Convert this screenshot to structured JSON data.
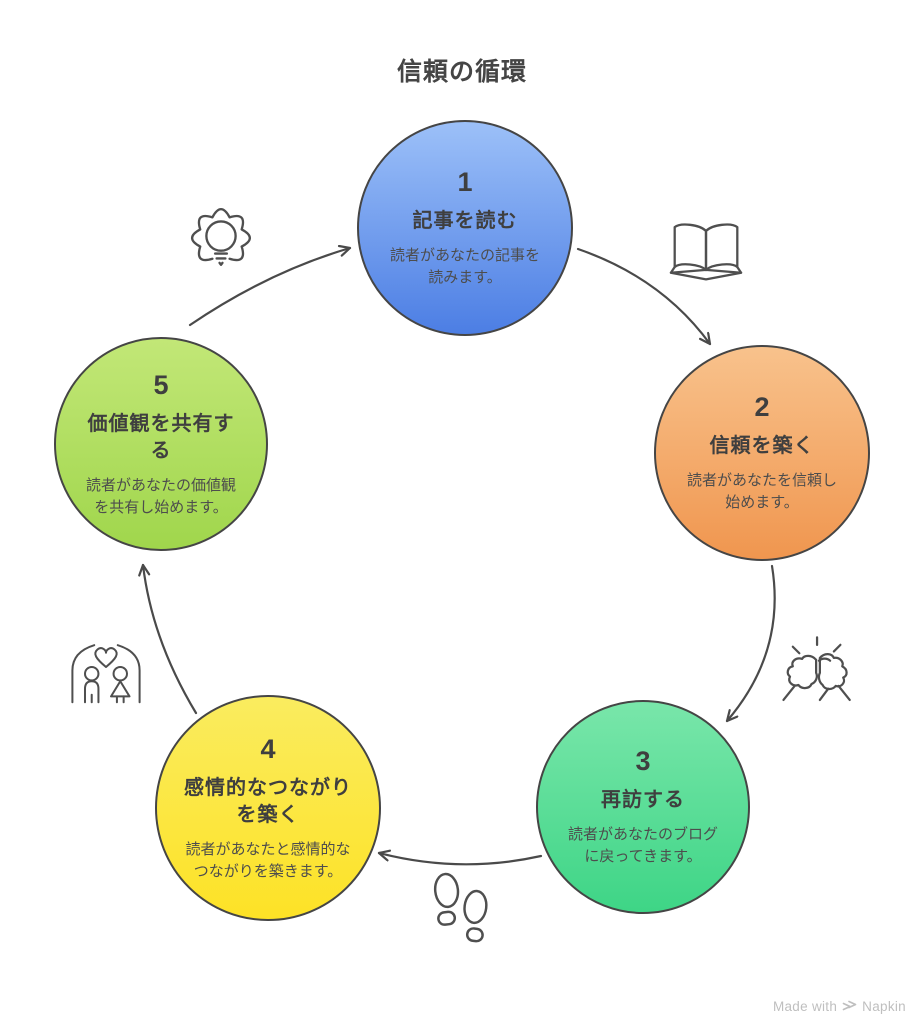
{
  "title": "信頼の循環",
  "steps": [
    {
      "number": "1",
      "title": "記事を読む",
      "description": "読者があなたの記事を読みます。",
      "color_top": "#9CC0F8",
      "color_bottom": "#4C7EE4"
    },
    {
      "number": "2",
      "title": "信頼を築く",
      "description": "読者があなたを信頼し始めます。",
      "color_top": "#F8C28C",
      "color_bottom": "#F0964F"
    },
    {
      "number": "3",
      "title": "再訪する",
      "description": "読者があなたのブログに戻ってきます。",
      "color_top": "#79E6AA",
      "color_bottom": "#3ED586"
    },
    {
      "number": "4",
      "title": "感情的なつながりを築く",
      "description": "読者があなたと感情的なつながりを築きます。",
      "color_top": "#FAEC5F",
      "color_bottom": "#FDE226"
    },
    {
      "number": "5",
      "title": "価値観を共有する",
      "description": "読者があなたの価値観を共有し始めます。",
      "color_top": "#C2E777",
      "color_bottom": "#A0D64C"
    }
  ],
  "icons": {
    "between_5_and_1": "gear-lightbulb-icon",
    "between_1_and_2": "open-book-icon",
    "between_2_and_3": "fist-bump-icon",
    "between_3_and_4": "footprints-icon",
    "between_4_and_5": "family-heart-icon"
  },
  "colors": {
    "node_border": "#454545",
    "arrow": "#4A4A4A",
    "icon_stroke": "#4F4F4F",
    "title_text": "#454545",
    "footer_text": "#BFBFBF"
  },
  "footer": {
    "made_with": "Made with",
    "brand": "Napkin"
  }
}
